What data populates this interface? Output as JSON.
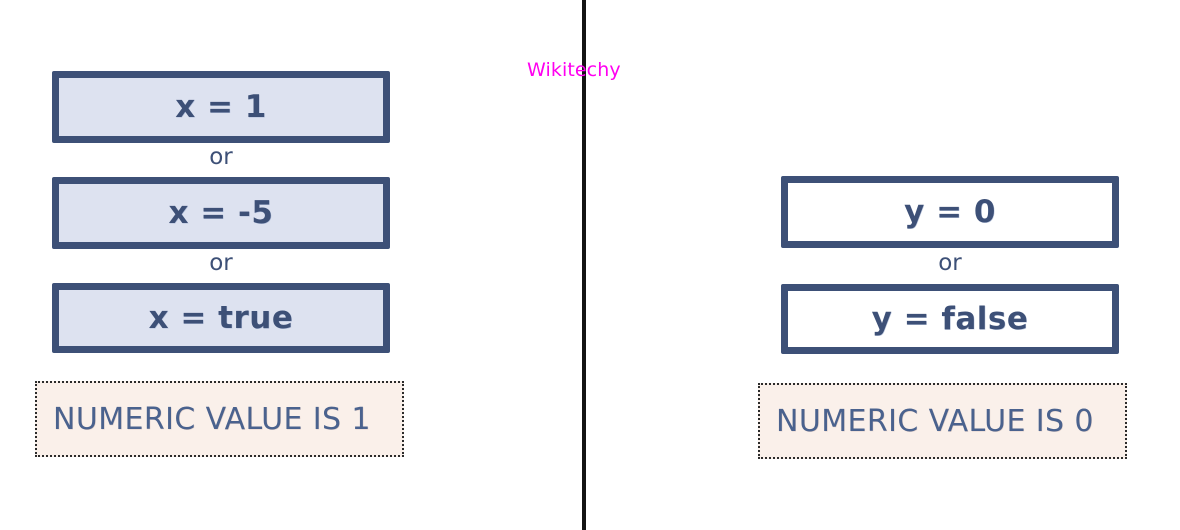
{
  "watermark": {
    "label": "Wikitechy",
    "color": "#ff00f0"
  },
  "divider": {
    "name": "vertical-divider",
    "color": "#141414"
  },
  "theme": {
    "box_border_color": "#3d5077",
    "box_fill_light_blue": "#dde2f0",
    "box_fill_white": "#ffffff",
    "text_color": "#3d5077",
    "result_box_fill": "#faf0ea",
    "result_text_color": "#4a628e",
    "result_border_color": "#2b2b2b"
  },
  "left_panel": {
    "name": "truthy-panel",
    "boxes": [
      {
        "label": "x = 1",
        "fill": "light-blue"
      },
      {
        "label": "x = -5",
        "fill": "light-blue"
      },
      {
        "label": "x = true",
        "fill": "light-blue"
      }
    ],
    "connectors": [
      "or",
      "or"
    ],
    "result": "NUMERIC VALUE IS 1"
  },
  "right_panel": {
    "name": "falsy-panel",
    "boxes": [
      {
        "label": "y = 0",
        "fill": "white"
      },
      {
        "label": "y = false",
        "fill": "white"
      }
    ],
    "connectors": [
      "or"
    ],
    "result": "NUMERIC VALUE IS 0"
  }
}
